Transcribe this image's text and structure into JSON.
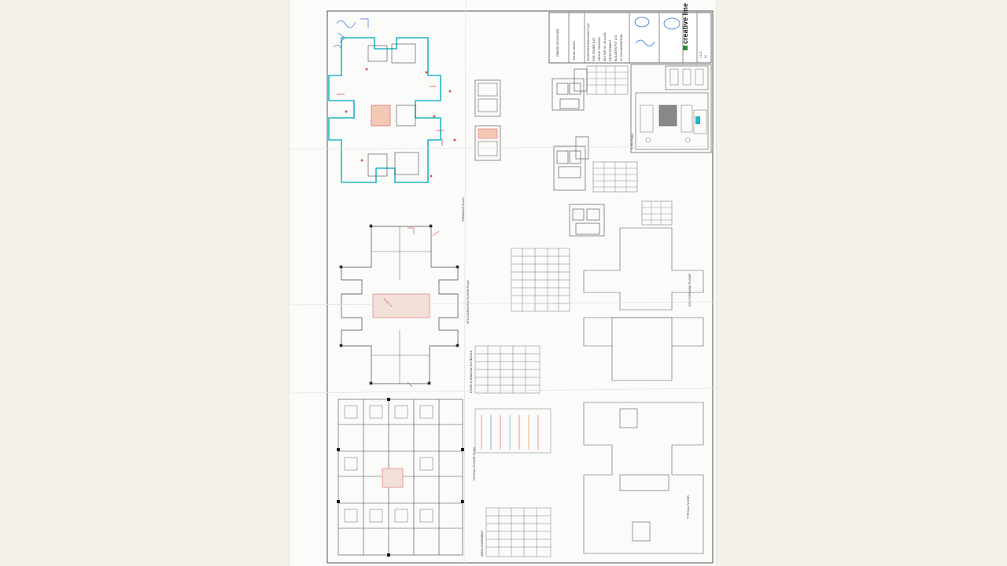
{
  "document": {
    "type": "architectural drawing sheet",
    "brand_name": "creative line",
    "brand_accent_color": "#2e8b3a",
    "labels": {
      "typical_floor_plan": "TYPICAL FLOOR PLAN",
      "stilt_ground_floor": "STILT/GROUND FLOOR PLAN",
      "terrace_plan": "TERRACE PLAN",
      "site_plan": "SITE PLAN",
      "door_window_schedule": "DOOR & WINDOW SCHEDULE",
      "area_statement": "AREA STATEMENT",
      "title_block_heading": "PROPOSED BUILDING PLAN"
    },
    "line_color": "#3a3a3a",
    "markup_colors": [
      "#d9534f",
      "#2f6fd6",
      "#1fb6c9",
      "#e07b39"
    ]
  }
}
